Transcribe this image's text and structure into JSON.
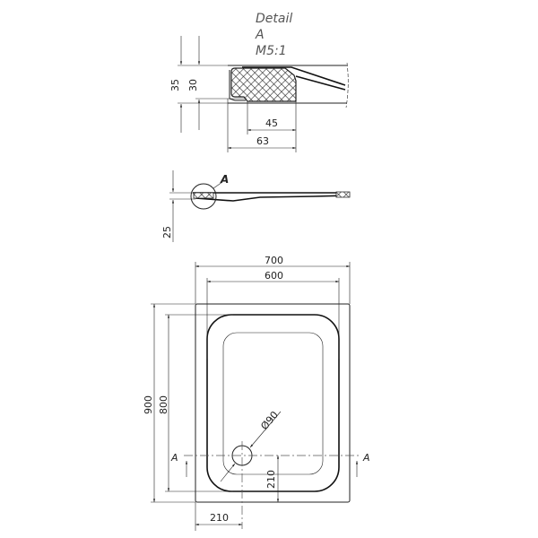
{
  "detail": {
    "title": "Detail",
    "ref": "A",
    "scale": "M5:1"
  },
  "detail_dims": {
    "height_total": "35",
    "height_inner": "30",
    "width_inner": "45",
    "width_total": "63"
  },
  "section": {
    "marker": "A",
    "depth": "25"
  },
  "plan": {
    "width_outer": "700",
    "width_inner": "600",
    "length_outer": "900",
    "length_inner": "800",
    "drain_diameter": "Ø90",
    "drain_offset_x": "210",
    "drain_offset_y": "210",
    "section_left": "A",
    "section_right": "A"
  }
}
